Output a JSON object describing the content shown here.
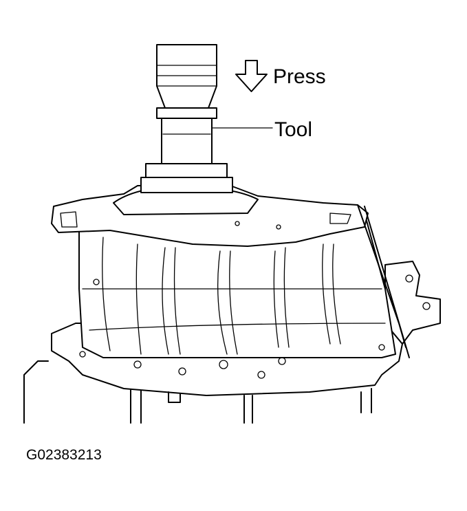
{
  "labels": {
    "press": "Press",
    "tool": "Tool"
  },
  "figure_code": "G02383213",
  "colors": {
    "line": "#000000",
    "background": "#ffffff"
  },
  "icons": {
    "press_direction": "down-arrow-icon"
  }
}
